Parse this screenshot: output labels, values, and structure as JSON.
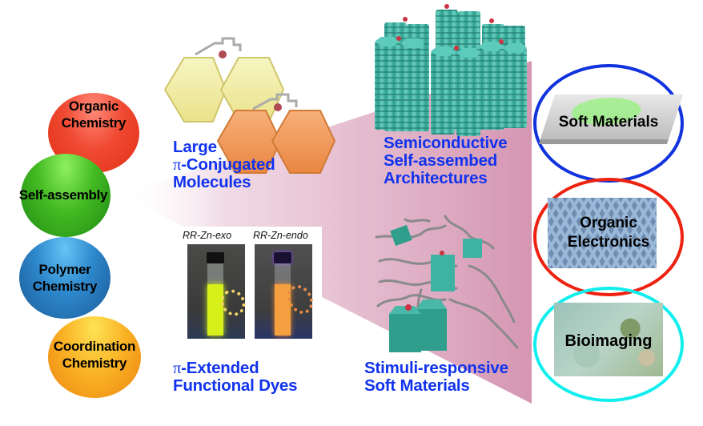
{
  "fields": [
    {
      "label_line1": "Organic",
      "label_line2": "Chemistry",
      "color": "#ee3322"
    },
    {
      "label": "Self-assembly",
      "color": "#33aa22"
    },
    {
      "label_line1": "Polymer",
      "label_line2": "Chemistry",
      "color": "#2277bb"
    },
    {
      "label_line1": "Coordination",
      "label_line2": "Chemistry",
      "color": "#f5a612"
    }
  ],
  "topics": {
    "large_pi": {
      "pi": "π",
      "line1": "Large",
      "line2": "-Conjugated",
      "line3": "Molecules"
    },
    "dyes": {
      "pi": "π",
      "line1": "-Extended",
      "line2": "Functional Dyes",
      "vial_left_caption": "RR-Zn-exo",
      "vial_right_caption": "RR-Zn-endo"
    },
    "semiconductive": {
      "line1": "Semiconductive",
      "line2": "Self-assembed",
      "line3": "Architectures"
    },
    "stimuli": {
      "line1": "Stimuli-responsive",
      "line2": "Soft Materials"
    }
  },
  "applications": [
    {
      "label": "Soft Materials",
      "ring_color": "#1133dd"
    },
    {
      "label_line1": "Organic",
      "label_line2": "Electronics",
      "ring_color": "#ee2211"
    },
    {
      "label": "Bioimaging",
      "ring_color": "#11eeee"
    }
  ],
  "colors": {
    "topic_text": "#1133ee",
    "wedge": "#d79ab5",
    "teal": "#3fb3a3",
    "hex_yellow": "#f2eea0",
    "hex_orange": "#f29a55"
  }
}
